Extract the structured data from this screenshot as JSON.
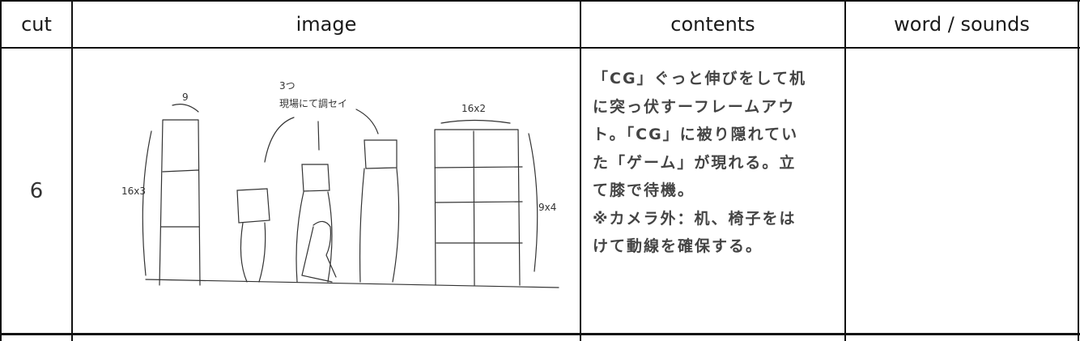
{
  "table": {
    "headers": [
      "cut",
      "image",
      "contents",
      "word / sounds"
    ],
    "rows": [
      {
        "cut": "6",
        "contents_lines": [
          "「CG」ぐっと伸びをして机",
          "に突っ伏すーフレームアウ",
          "ト。「CG」に被り隠れてい",
          "た「ゲーム」が現れる。立",
          "て膝で待機。",
          "※カメラ外：机、椅子をは",
          "けて動線を確保する。"
        ],
        "word_sounds": "",
        "sketch_notes": {
          "top_note_1": "3つ",
          "top_note_2": "現場にて調セイ",
          "left_panel_top": "9",
          "left_panel_side": "16x3",
          "right_panel_top": "16x2",
          "right_panel_side": "9x4"
        }
      }
    ]
  }
}
